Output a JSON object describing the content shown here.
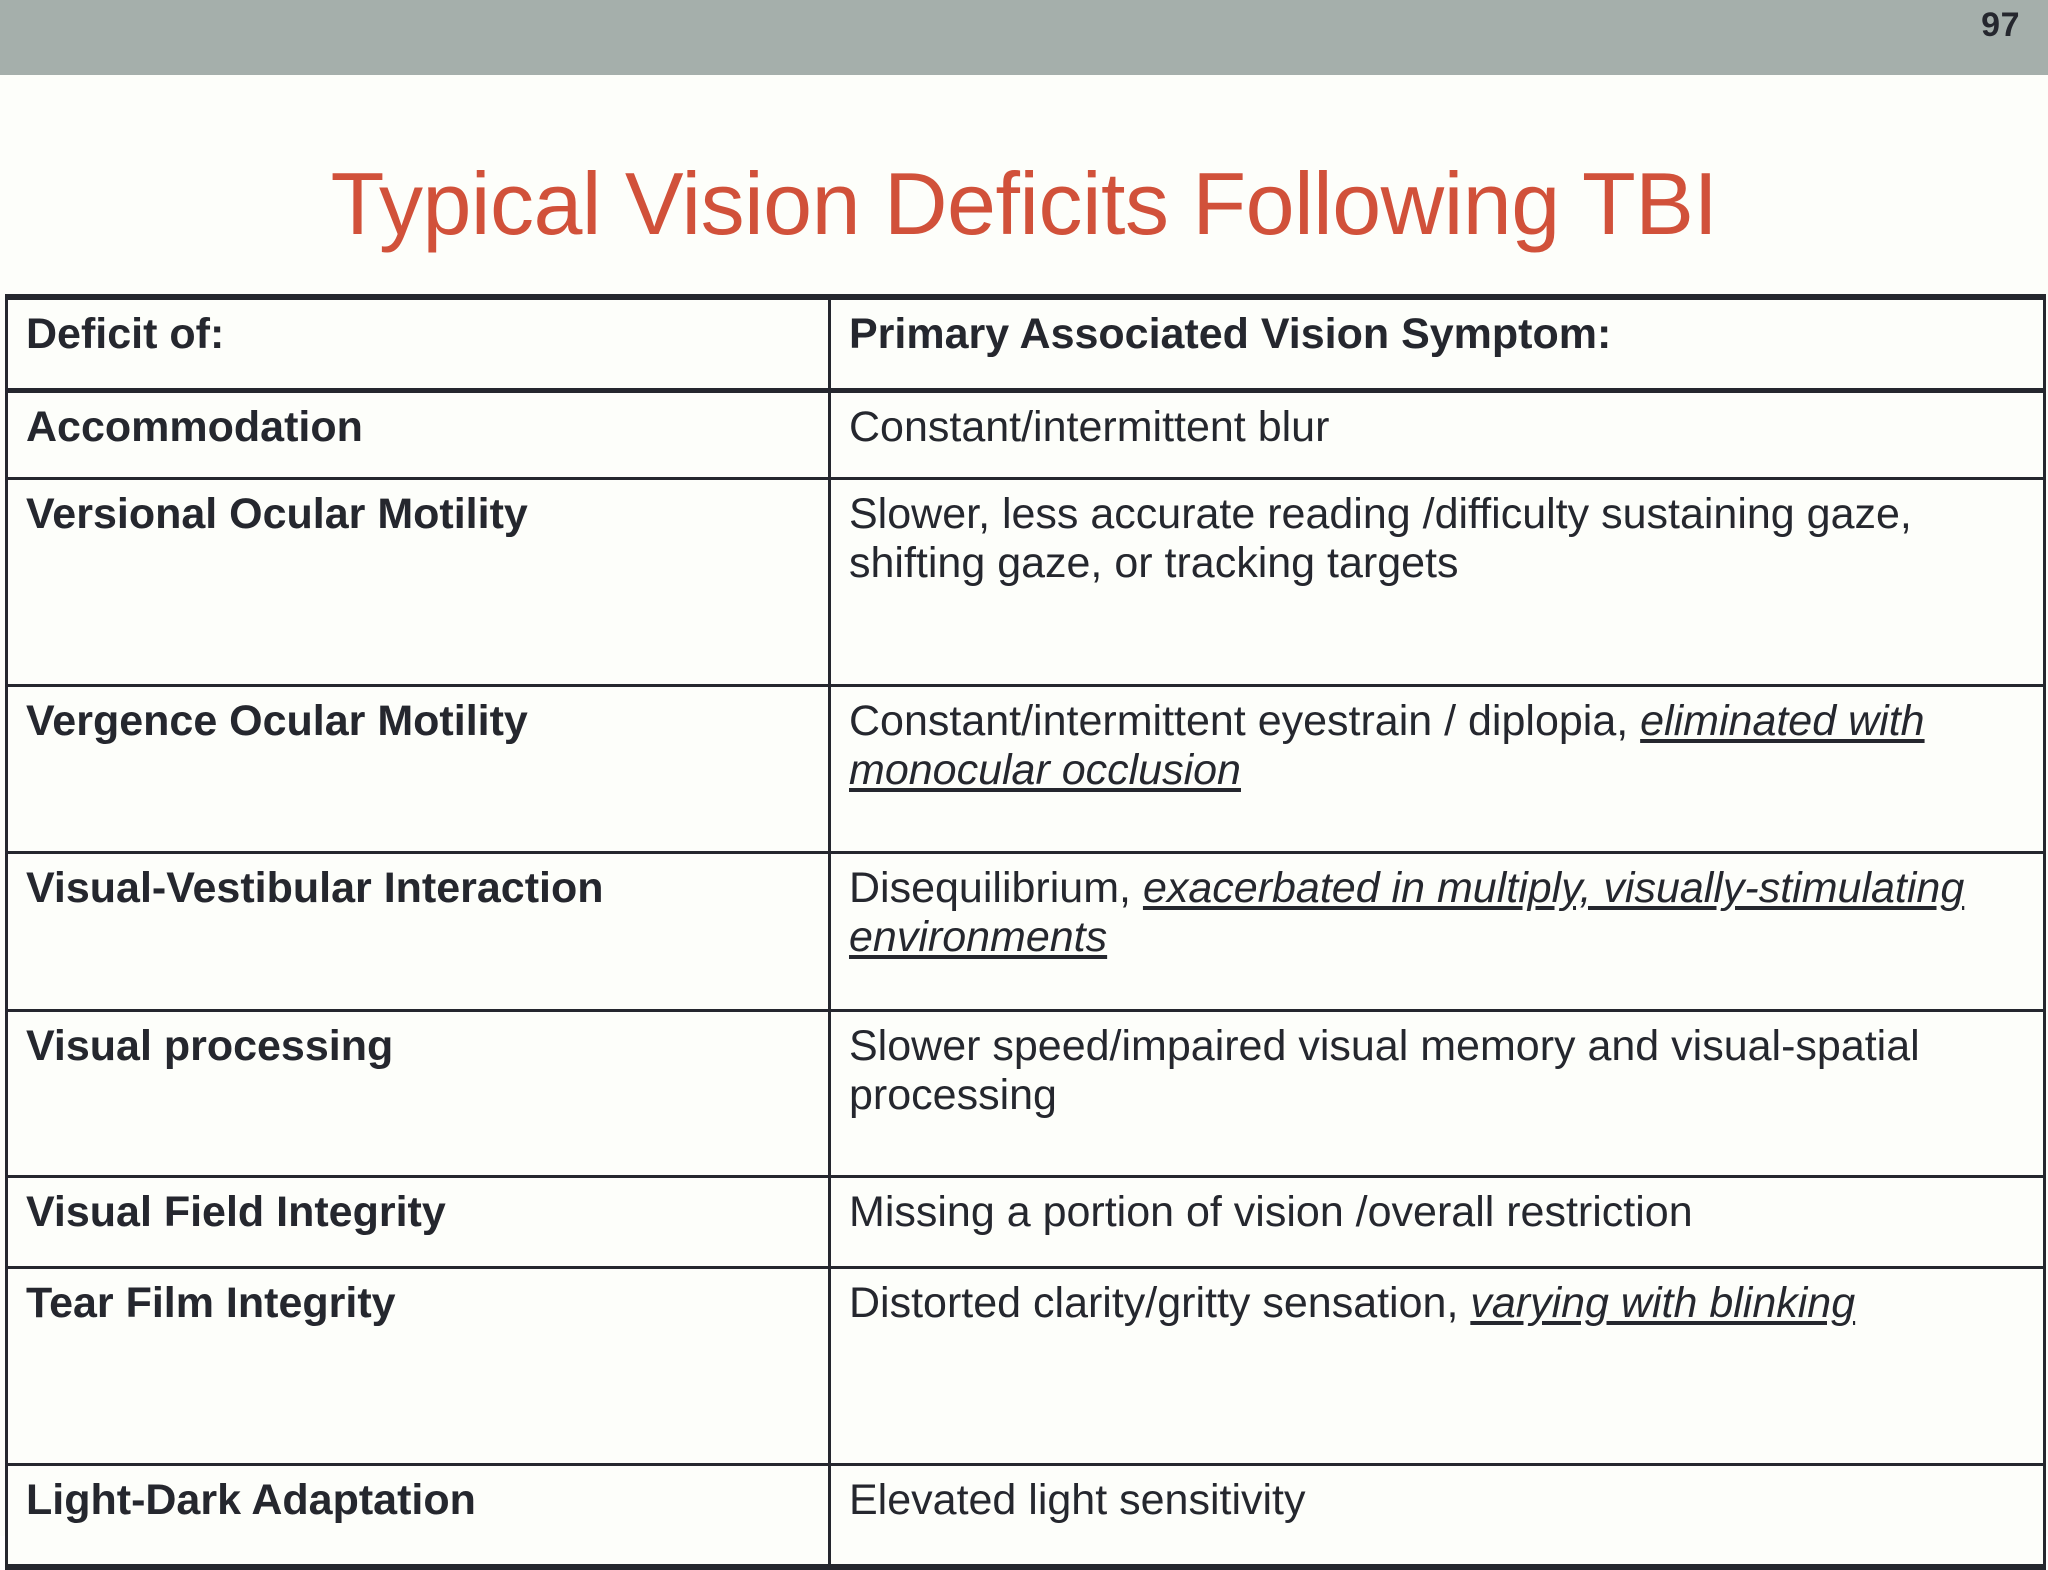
{
  "banner": {
    "page_number": "97",
    "color": "#A5AFAB"
  },
  "title": {
    "text": "Typical Vision Deficits Following TBI",
    "color": "#D1513A"
  },
  "table": {
    "columns": [
      "Deficit of:",
      "Primary Associated Vision Symptom:"
    ],
    "rows": [
      {
        "deficit": "Accommodation",
        "symptom_plain": "Constant/intermittent blur",
        "symptom_emphasis": ""
      },
      {
        "deficit": "Versional Ocular Motility",
        "symptom_plain": "Slower, less accurate reading /difficulty sustaining gaze, shifting gaze, or tracking targets",
        "symptom_emphasis": ""
      },
      {
        "deficit": "Vergence Ocular Motility",
        "symptom_plain": "Constant/intermittent eyestrain / diplopia, ",
        "symptom_emphasis": "eliminated with monocular occlusion"
      },
      {
        "deficit": "Visual-Vestibular Interaction",
        "symptom_plain": "Disequilibrium, ",
        "symptom_emphasis": "exacerbated in multiply, visually-stimulating environments"
      },
      {
        "deficit": "Visual processing",
        "symptom_plain": "Slower speed/impaired visual memory and visual-spatial processing",
        "symptom_emphasis": ""
      },
      {
        "deficit": "Visual Field Integrity",
        "symptom_plain": "Missing a portion of vision /overall restriction",
        "symptom_emphasis": ""
      },
      {
        "deficit": "Tear Film Integrity",
        "symptom_plain": "Distorted clarity/gritty sensation, ",
        "symptom_emphasis": "varying with blinking"
      },
      {
        "deficit": "Light-Dark Adaptation",
        "symptom_plain": "Elevated light sensitivity",
        "symptom_emphasis": ""
      }
    ]
  }
}
